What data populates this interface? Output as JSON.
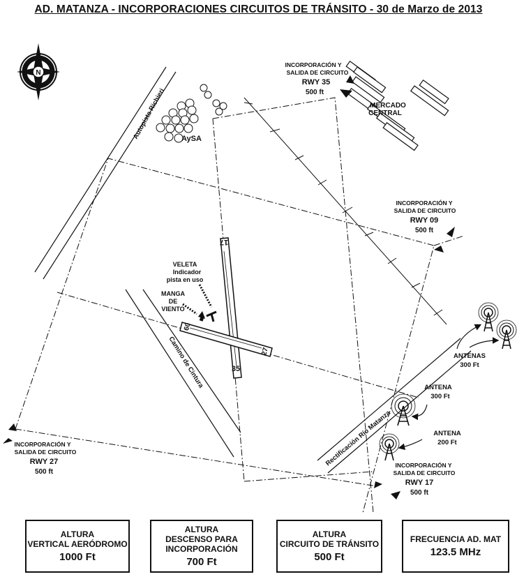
{
  "title": "AD. MATANZA  -  INCORPORACIONES CIRCUITOS DE TRÁNSITO - 30 de Marzo de 2013",
  "compass_letter": "N",
  "roads": {
    "autopista": "Autopista Richieri",
    "camino": "Camino de Cintura",
    "rectificacion": "Rectificación Río Matanza"
  },
  "places": {
    "aysa": "AySA",
    "mercado": [
      "MERCADO",
      "CENTRAL"
    ]
  },
  "runways": {
    "r17": "17",
    "r35": "35",
    "r09": "09",
    "r27": "27"
  },
  "veleta": [
    "VELETA",
    "Indicador",
    "pista en uso"
  ],
  "manga": [
    "MANGA",
    "DE",
    "VIENTO"
  ],
  "entries": {
    "rwy35": [
      "INCORPORACIÓN Y",
      "SALIDA DE CIRCUITO",
      "RWY 35",
      "500 ft"
    ],
    "rwy09": [
      "INCORPORACIÓN Y",
      "SALIDA DE CIRCUITO",
      "RWY 09",
      "500 ft"
    ],
    "rwy27": [
      "INCORPORACIÓN Y",
      "SALIDA DE CIRCUITO",
      "RWY 27",
      "500 ft"
    ],
    "rwy17": [
      "INCORPORACIÓN Y",
      "SALIDA DE CIRCUITO",
      "RWY 17",
      "500 ft"
    ]
  },
  "antennas": {
    "a1": [
      "ANTENAS",
      "300 Ft"
    ],
    "a2": [
      "ANTENA",
      "300 Ft"
    ],
    "a3": [
      "ANTENA",
      "200 Ft"
    ]
  },
  "info_boxes": [
    {
      "lines": [
        "ALTURA",
        "VERTICAL AERÓDROMO"
      ],
      "value": "1000 Ft"
    },
    {
      "lines": [
        "ALTURA",
        "DESCENSO PARA",
        "INCORPORACIÓN"
      ],
      "value": "700 Ft"
    },
    {
      "lines": [
        "ALTURA",
        "CIRCUITO DE TRÁNSITO"
      ],
      "value": "500 Ft"
    },
    {
      "lines": [
        "FRECUENCIA AD. MAT"
      ],
      "value": "123.5 MHz"
    }
  ]
}
